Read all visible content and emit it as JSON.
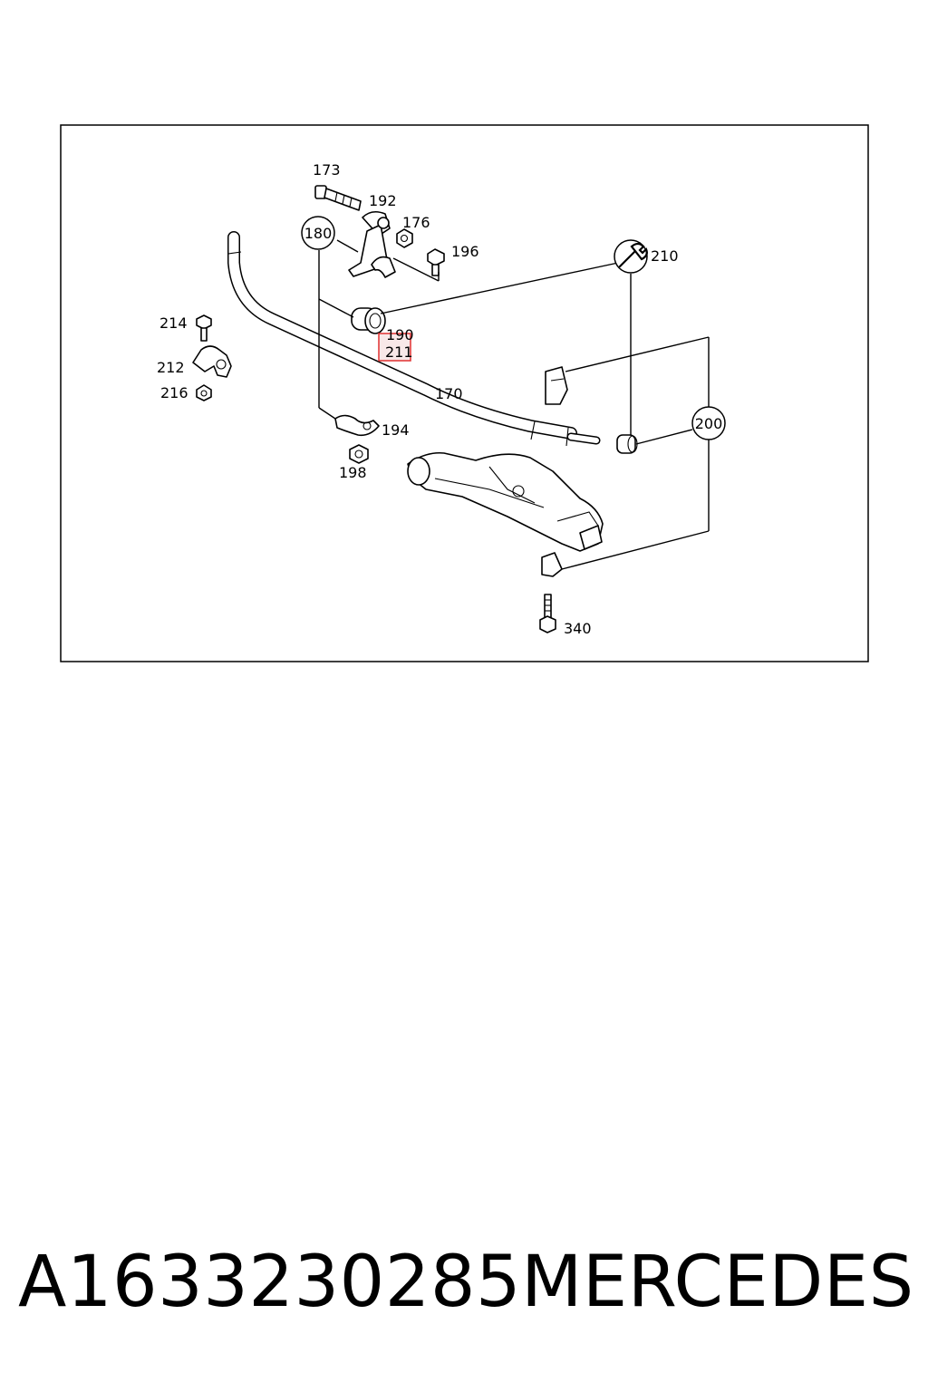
{
  "diagram": {
    "callouts": {
      "p173": "173",
      "p192": "192",
      "p176": "176",
      "p196": "196",
      "p180": "180",
      "p210": "210",
      "p214": "214",
      "p212": "212",
      "p216": "216",
      "p190": "190",
      "p211": "211",
      "p170": "170",
      "p194": "194",
      "p198": "198",
      "p200": "200",
      "p340": "340"
    },
    "highlight_color": "#e03030"
  },
  "footer": {
    "part_number": "A1633230285",
    "brand": "MERCEDES"
  }
}
